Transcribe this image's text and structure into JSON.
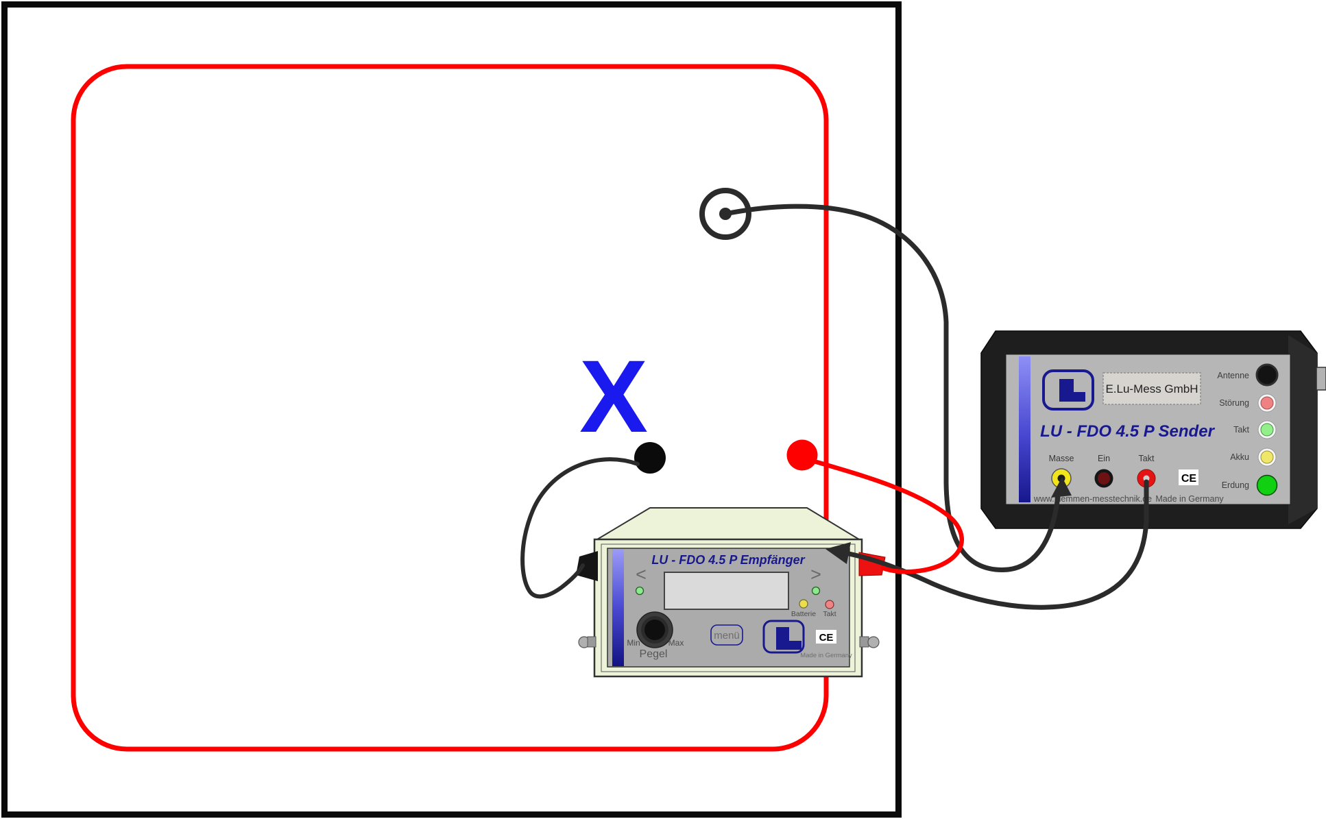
{
  "diagram": {
    "marker_x": "X"
  },
  "sender": {
    "brand_label": "E.Lu-Mess GmbH",
    "title": "LU - FDO 4.5 P  Sender",
    "connectors": {
      "masse": "Masse",
      "ein": "Ein",
      "takt": "Takt"
    },
    "leds": {
      "antenne": "Antenne",
      "stoerung": "Störung",
      "takt": "Takt",
      "akku": "Akku",
      "erdung": "Erdung"
    },
    "ce_mark": "CE",
    "website": "www.luemmen-messtechnik.de",
    "made_in": "Made in Germany"
  },
  "receiver": {
    "title": "LU - FDO 4.5 P  Empfänger",
    "arrow_left": "<",
    "arrow_right": ">",
    "leds": {
      "batterie": "Batterie",
      "takt": "Takt"
    },
    "knob": {
      "min": "Min",
      "max": "Max",
      "label": "Pegel"
    },
    "menu_button": "menü",
    "ce_mark": "CE",
    "made_in": "Made in Germany"
  },
  "colors": {
    "loop_red": "#fe0000",
    "boundary_black": "#0a0a0a",
    "marker_blue": "#1a1aef",
    "navy_text": "#18188f",
    "cable_black": "#2b2b2b",
    "sender_panel": "#b6b6b6",
    "receiver_panel": "#ababab",
    "receiver_case": "#edf3d8"
  }
}
